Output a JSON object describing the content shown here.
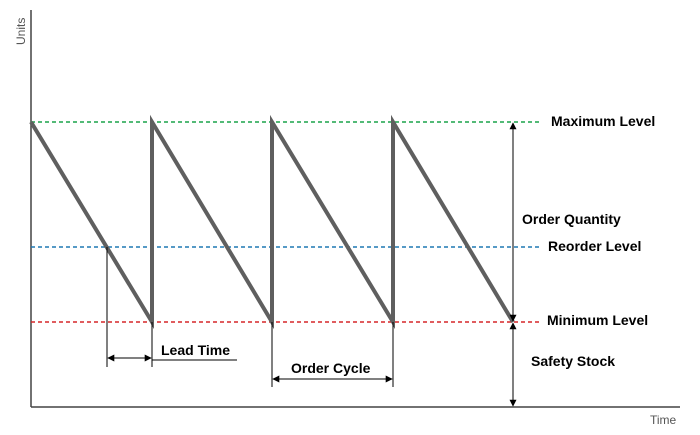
{
  "axes": {
    "y_label": "Units",
    "x_label": "Time"
  },
  "levels": {
    "maximum": {
      "label": "Maximum Level",
      "color": "#1aa34a"
    },
    "reorder": {
      "label": "Reorder Level",
      "color": "#1f78b4"
    },
    "minimum": {
      "label": "Minimum Level",
      "color": "#d62728"
    }
  },
  "annotations": {
    "order_quantity": "Order Quantity",
    "safety_stock": "Safety Stock",
    "lead_time": "Lead Time",
    "order_cycle": "Order Cycle"
  },
  "colors": {
    "stock_line": "#5f5f5f",
    "axis": "#444444"
  }
}
